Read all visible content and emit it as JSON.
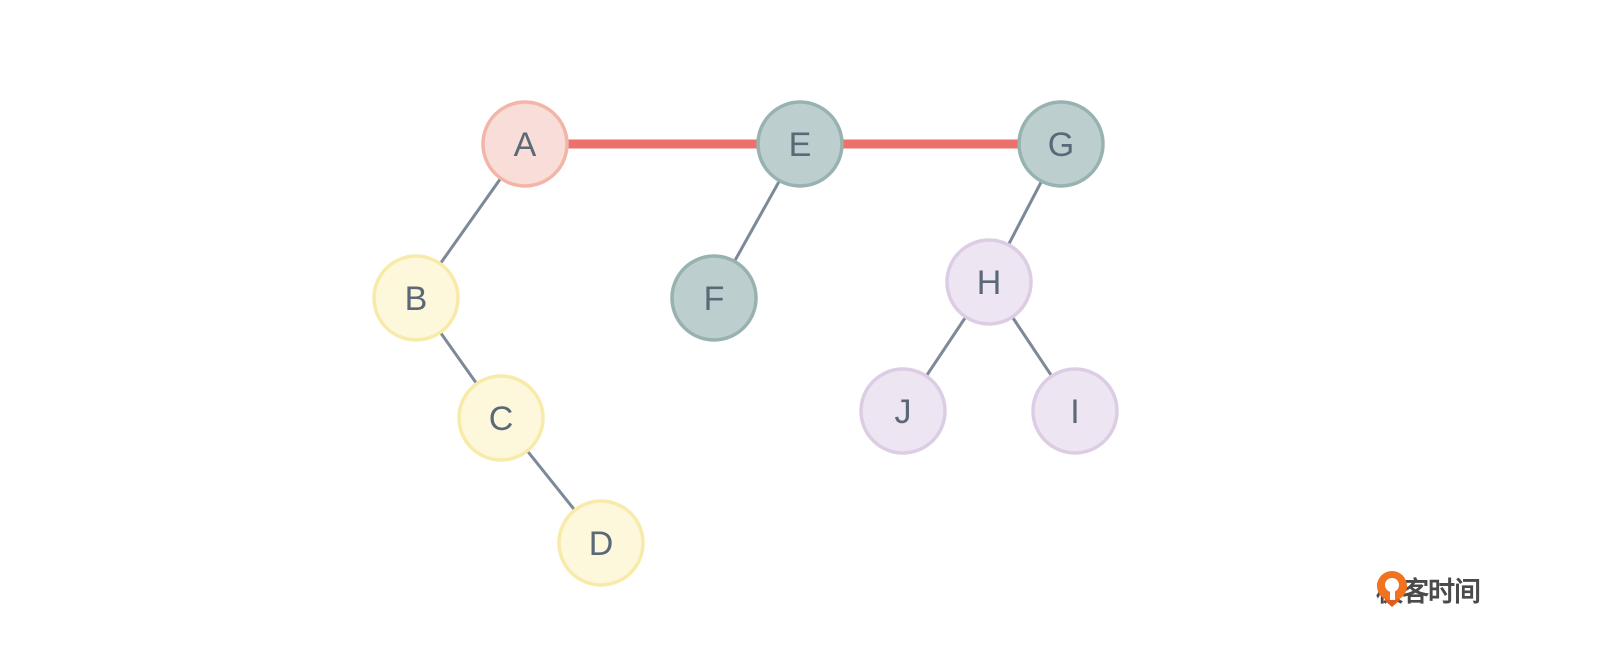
{
  "diagram": {
    "nodes": [
      {
        "id": "A",
        "label": "A",
        "group": "red"
      },
      {
        "id": "E",
        "label": "E",
        "group": "teal"
      },
      {
        "id": "G",
        "label": "G",
        "group": "teal"
      },
      {
        "id": "B",
        "label": "B",
        "group": "yellow"
      },
      {
        "id": "C",
        "label": "C",
        "group": "yellow"
      },
      {
        "id": "D",
        "label": "D",
        "group": "yellow"
      },
      {
        "id": "F",
        "label": "F",
        "group": "teal"
      },
      {
        "id": "H",
        "label": "H",
        "group": "purple"
      },
      {
        "id": "J",
        "label": "J",
        "group": "purple"
      },
      {
        "id": "I",
        "label": "I",
        "group": "purple"
      }
    ],
    "edges": [
      {
        "from": "A",
        "to": "E",
        "highlight": true
      },
      {
        "from": "E",
        "to": "G",
        "highlight": true
      },
      {
        "from": "A",
        "to": "B",
        "highlight": false
      },
      {
        "from": "B",
        "to": "C",
        "highlight": false
      },
      {
        "from": "C",
        "to": "D",
        "highlight": false
      },
      {
        "from": "E",
        "to": "F",
        "highlight": false
      },
      {
        "from": "G",
        "to": "H",
        "highlight": false
      },
      {
        "from": "H",
        "to": "J",
        "highlight": false
      },
      {
        "from": "H",
        "to": "I",
        "highlight": false
      }
    ],
    "colors": {
      "red": {
        "fill": "#f9ddd8",
        "stroke": "#f2b5a8"
      },
      "teal": {
        "fill": "#bccfce",
        "stroke": "#97b2b0"
      },
      "yellow": {
        "fill": "#fdf7dc",
        "stroke": "#f8eaa8"
      },
      "purple": {
        "fill": "#ede5f1",
        "stroke": "#dccde4"
      },
      "edge": "#7d8997",
      "highlight_edge": "#ec706c"
    }
  },
  "logo": {
    "text": "极客时间",
    "accent": "#f0731f"
  }
}
